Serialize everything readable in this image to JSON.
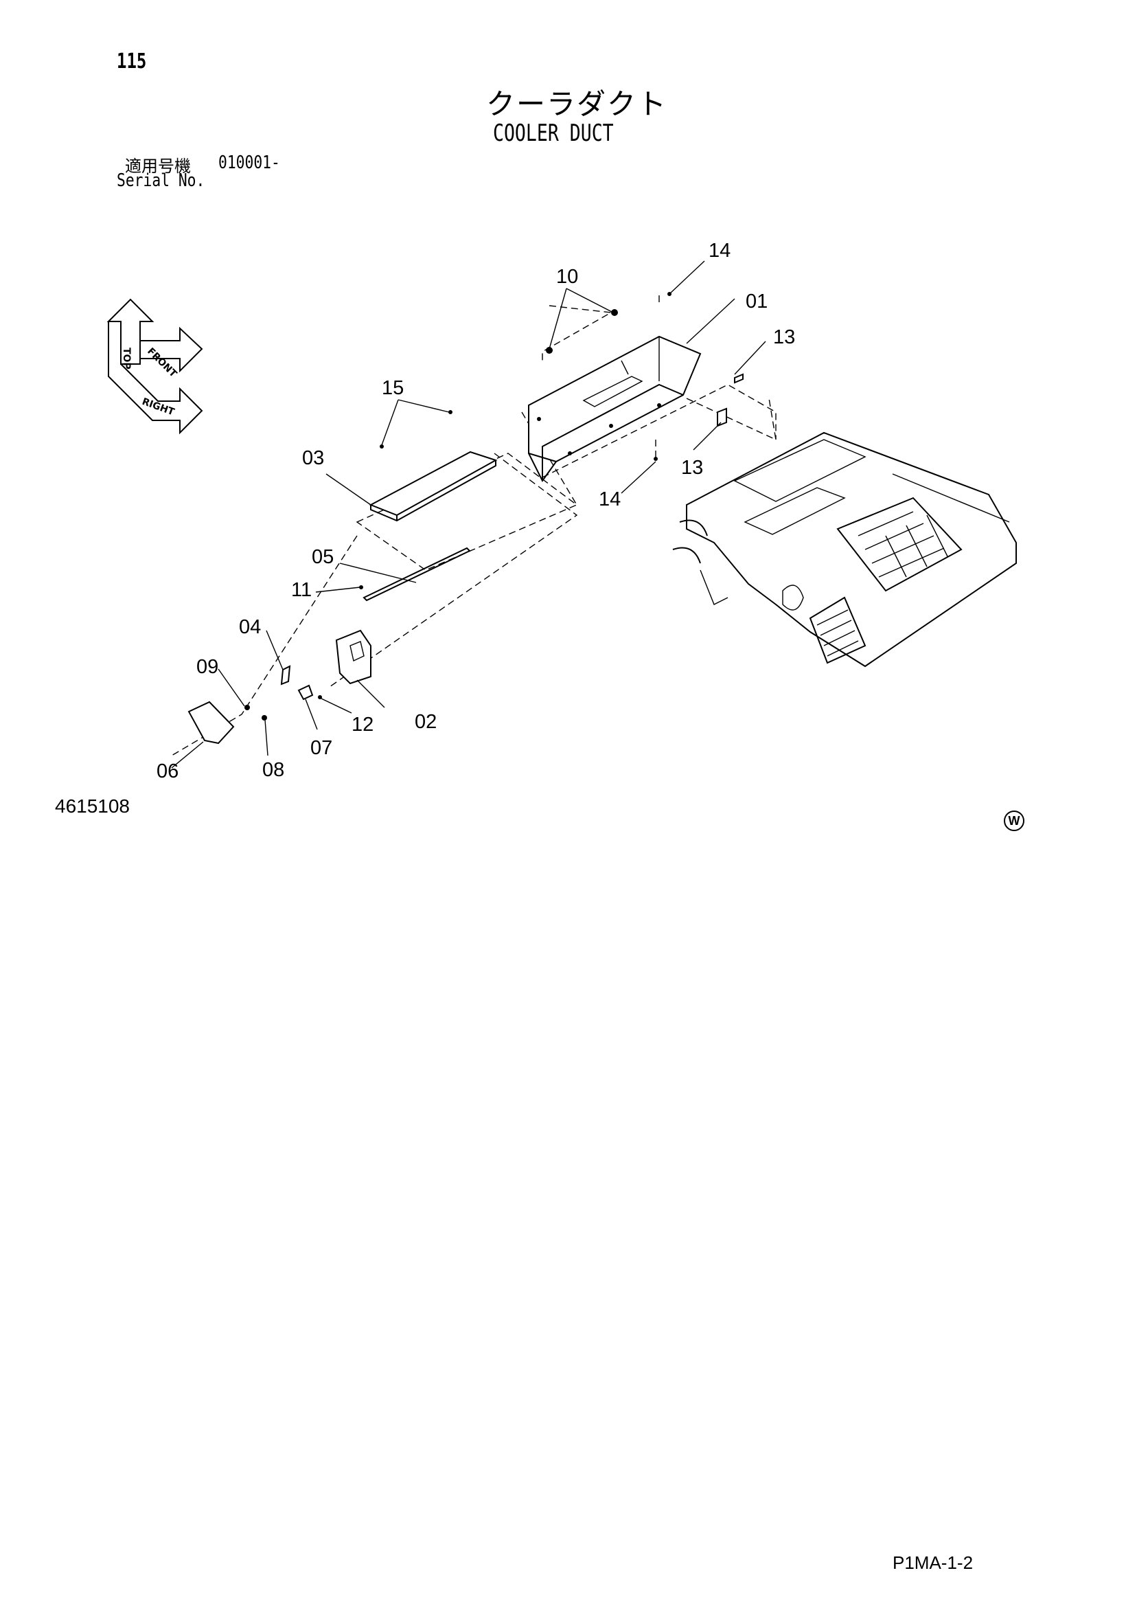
{
  "header": {
    "page_number": "115",
    "title_jp": "クーラダクト",
    "title_en": "COOLER DUCT",
    "serial_label_jp": "適用号機",
    "serial_value": "010001-",
    "serial_label_en": "Serial No."
  },
  "orientation": {
    "top": "TOP",
    "front": "FRONT",
    "right": "RIGHT"
  },
  "callouts": {
    "c01": "01",
    "c02": "02",
    "c03": "03",
    "c04": "04",
    "c05": "05",
    "c06": "06",
    "c07": "07",
    "c08": "08",
    "c09": "09",
    "c10": "10",
    "c11": "11",
    "c12": "12",
    "c13a": "13",
    "c13b": "13",
    "c14a": "14",
    "c14b": "14",
    "c15": "15"
  },
  "footer": {
    "figure_number": "4615108",
    "mark": "W",
    "page_code": "P1MA-1-2"
  }
}
